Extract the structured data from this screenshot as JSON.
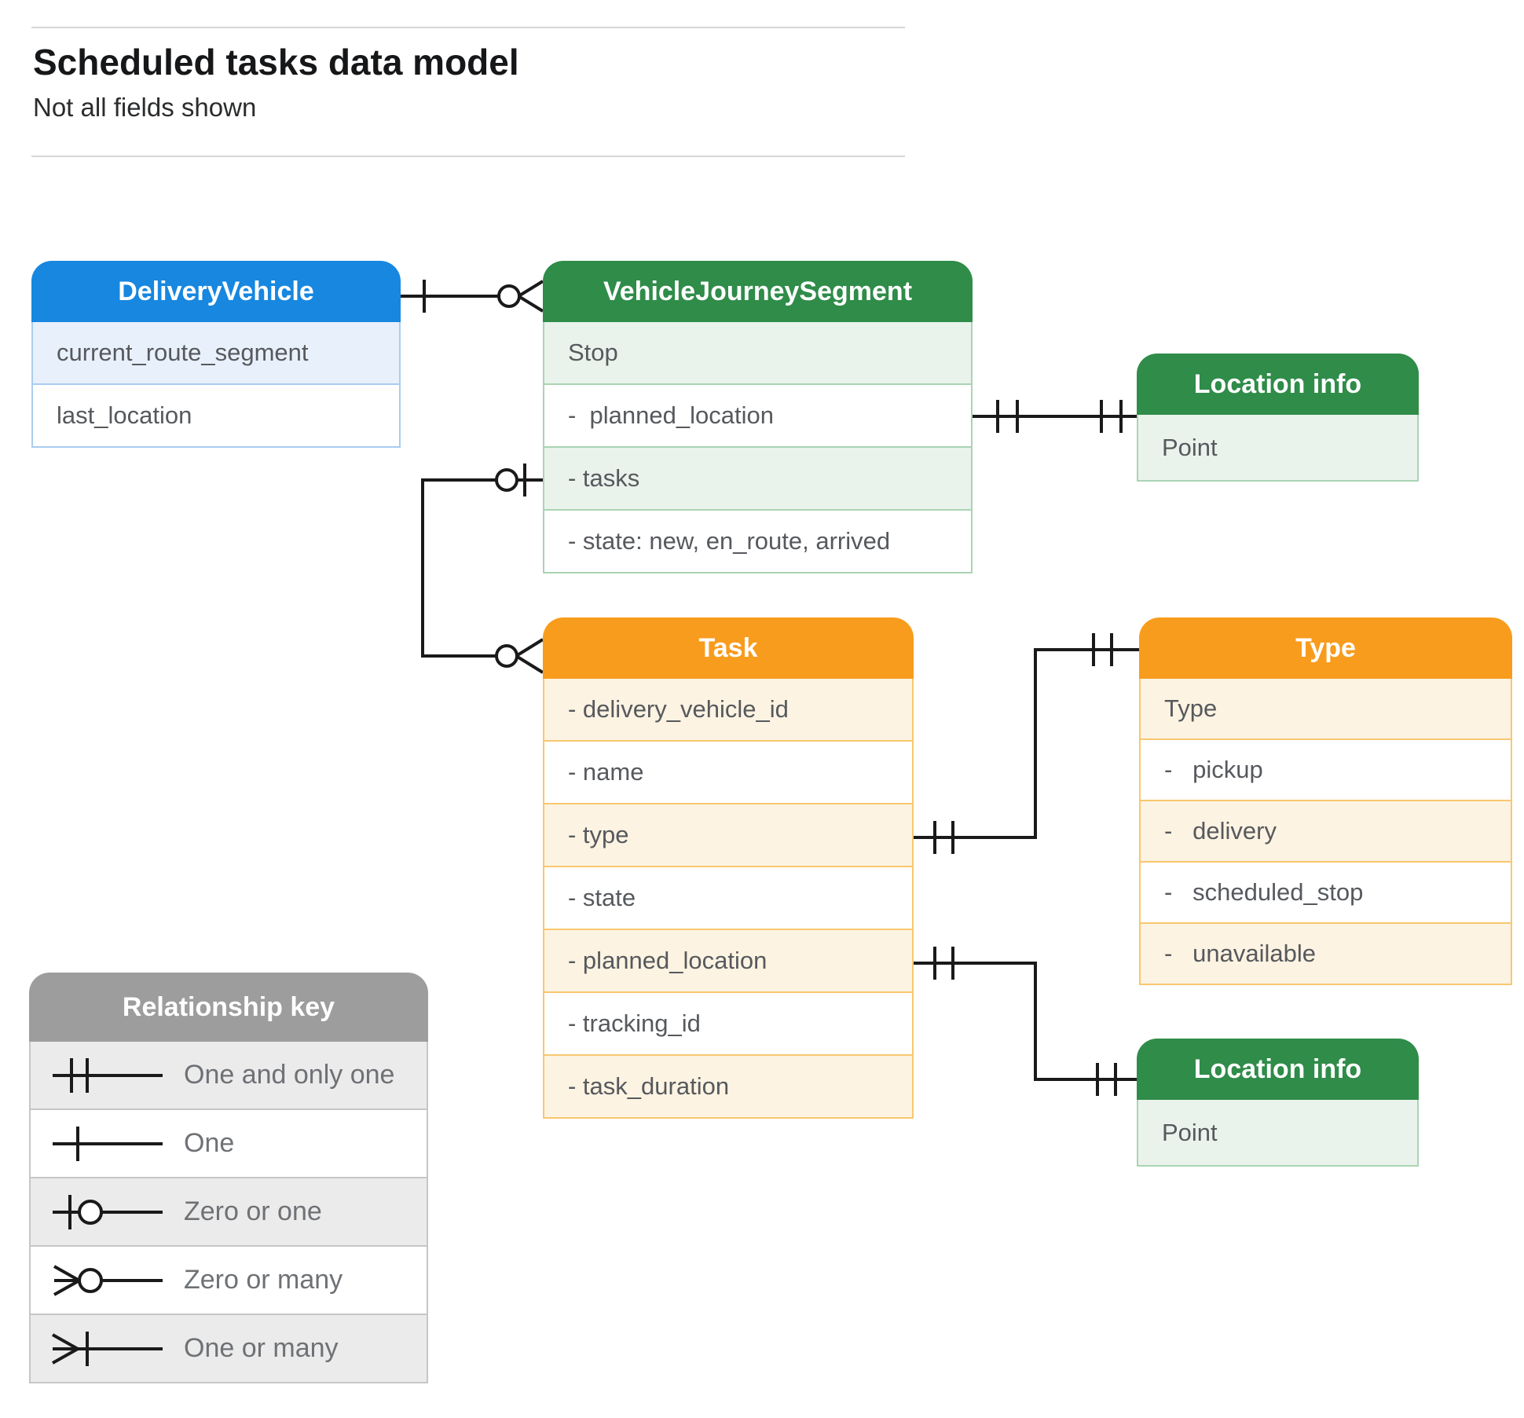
{
  "page": {
    "title": "Scheduled tasks data model",
    "subtitle": "Not all fields shown"
  },
  "colors": {
    "blue_header": "#1787e0",
    "blue_tint": "#e8f1fb",
    "blue_border": "#a9cdf0",
    "green_header": "#2f8c49",
    "green_tint": "#e9f3ec",
    "green_border": "#a9d4b3",
    "orange_header": "#f89c1d",
    "orange_tint": "#fdf3e2",
    "orange_border": "#f8c76e",
    "gray_header": "#9d9d9d",
    "gray_tint": "#ebebeb",
    "gray_border": "#c6c6c6",
    "wire": "#1a1a1a",
    "row_text": "#56595d"
  },
  "entities": {
    "delivery_vehicle": {
      "title": "DeliveryVehicle",
      "rows": [
        "current_route_segment",
        "last_location"
      ]
    },
    "vehicle_journey_segment": {
      "title": "VehicleJourneySegment",
      "rows": [
        "Stop",
        "-  planned_location",
        "- tasks",
        "- state: new, en_route, arrived"
      ]
    },
    "location_info_top": {
      "title": "Location info",
      "rows": [
        "Point"
      ]
    },
    "task": {
      "title": "Task",
      "rows": [
        "- delivery_vehicle_id",
        "- name",
        "- type",
        "- state",
        "- planned_location",
        "- tracking_id",
        "- task_duration"
      ]
    },
    "type": {
      "title": "Type",
      "rows": [
        "Type",
        "-   pickup",
        "-   delivery",
        "-   scheduled_stop",
        "-   unavailable"
      ]
    },
    "location_info_bottom": {
      "title": "Location info",
      "rows": [
        "Point"
      ]
    }
  },
  "legend": {
    "title": "Relationship key",
    "items": [
      {
        "label": "One and only one",
        "icon": "one-and-only-one-icon"
      },
      {
        "label": "One",
        "icon": "one-icon"
      },
      {
        "label": "Zero or one",
        "icon": "zero-or-one-icon"
      },
      {
        "label": "Zero or many",
        "icon": "zero-or-many-icon"
      },
      {
        "label": "One or many",
        "icon": "one-or-many-icon"
      }
    ]
  },
  "connectors": [
    {
      "from": "DeliveryVehicle",
      "to": "VehicleJourneySegment",
      "from_cardinality": "one",
      "to_cardinality": "zero or many"
    },
    {
      "from": "VehicleJourneySegment.planned_location",
      "to": "Location info (top)",
      "from_cardinality": "one and only one",
      "to_cardinality": "one and only one"
    },
    {
      "from": "VehicleJourneySegment.tasks",
      "to": "Task",
      "from_cardinality": "zero or one",
      "to_cardinality": "zero or many"
    },
    {
      "from": "Task.type",
      "to": "Type",
      "from_cardinality": "one and only one",
      "to_cardinality": "one and only one"
    },
    {
      "from": "Task.planned_location",
      "to": "Location info (bottom)",
      "from_cardinality": "one and only one",
      "to_cardinality": "one and only one"
    }
  ]
}
